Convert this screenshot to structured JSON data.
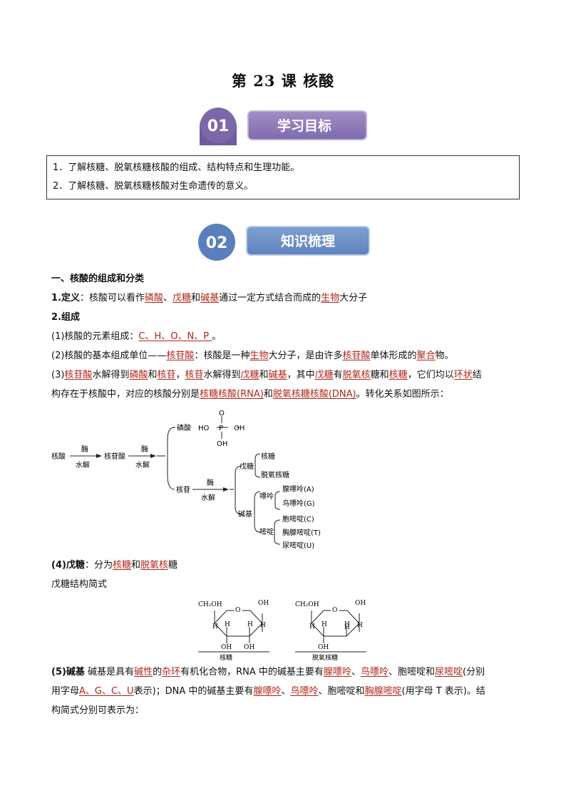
{
  "doc": {
    "title": "第 23 课    核酸"
  },
  "badges": {
    "b1": {
      "num": "01",
      "label": "学习目标"
    },
    "b2": {
      "num": "02",
      "label": "知识梳理"
    }
  },
  "goals": [
    "1．了解核糖、脱氧核糖核酸的组成、结构特点和生理功能。",
    "2．了解核糖、脱氧核糖核酸对生命遗传的意义。"
  ],
  "s1": {
    "heading": "一、核酸的组成和分类",
    "def_label": "1.定义",
    "def_a": "：核酸可以看作",
    "def_u1": "磷酸",
    "def_b": "、",
    "def_u2": "戊糖",
    "def_c": "和",
    "def_u3": "碱基",
    "def_d": "通过一定方式结合而成的",
    "def_u4": "生物",
    "def_e": "大分子",
    "comp_label": "2.组成",
    "p1_a": "(1)核酸的元素组成：",
    "p1_u": "C、H、O、N、P ",
    "p1_b": "。",
    "p2_a": "(2)核酸的基本组成单位——",
    "p2_u1": "核苷酸",
    "p2_b": "：核酸是一种",
    "p2_u2": "生物",
    "p2_c": "大分子，是由许多",
    "p2_u3": "核苷酸",
    "p2_d": "单体形成的",
    "p2_u4": "聚合",
    "p2_e": "物。",
    "p3_u1": "核苷酸",
    "p3_a": "(3)",
    "p3_b": "水解得到",
    "p3_u2": "磷酸",
    "p3_c": "和",
    "p3_u3": "核苷",
    "p3_d": "，",
    "p3_u4": "核苷",
    "p3_e": "水解得到",
    "p3_u5": "戊糖",
    "p3_f": "和",
    "p3_u6": "碱基",
    "p3_g": "，其中",
    "p3_u7": "戊糖",
    "p3_h": "有",
    "p3_u8": "脱氧核",
    "p3_i": "糖和",
    "p3_u9": "核糖",
    "p3_j": "，它们均以",
    "p3_u10": "环状",
    "p3_k": "结",
    "p3_l": "构存在于核酸中，对应的核酸分别是",
    "p3_u11": "核糖核酸(RNA)",
    "p3_m": "和",
    "p3_u12": "脱氧核糖核酸(DNA)",
    "p3_n": "。转化关系如图所示："
  },
  "tree": {
    "hesuan": "核酸",
    "mei1": "酶",
    "shuijie1": "水解",
    "hegansuan": "核苷酸",
    "mei2": "酶",
    "shuijie2": "水解",
    "linsuan": "磷酸",
    "ho": "HO",
    "p": "P",
    "oh_r": "OH",
    "o_top": "O",
    "oh_b": "OH",
    "hegan": "核苷",
    "mei3": "酶",
    "shuijie3": "水解",
    "wutang": "戊糖",
    "hetang": "核糖",
    "tuoyang": "脱氧核糖",
    "jianji": "碱基",
    "piaoling": "嘌呤",
    "A": "腺嘌呤(A)",
    "G": "鸟嘌呤(G)",
    "miding": "嘧啶",
    "C": "胞嘧啶(C)",
    "T": "胸腺嘧啶(T)",
    "U": "尿嘧啶(U)"
  },
  "s4": {
    "label": "(4)戊糖",
    "a": "：分为",
    "u1": "核糖",
    "b": "和",
    "u2": "脱氧核",
    "c": "糖",
    "struct": "戊糖结构简式"
  },
  "rings": {
    "ch2oh": "CH₂OH",
    "o": "O",
    "oh": "OH",
    "h": "H",
    "left_caption": "核糖",
    "right_caption": "脱氧核糖"
  },
  "s5": {
    "label": "(5)碱基",
    "a": "  碱基是具有",
    "u1": "碱性",
    "b": "的",
    "u2": "杂环",
    "c": "有机化合物，RNA 中的碱基主要有",
    "u3": "腺嘌呤",
    "d": "、",
    "u4": "鸟嘌呤",
    "e": "、胞嘧啶和",
    "u5": "尿嘧啶",
    "f": "(分别",
    "g": "用字母",
    "u6": "A、G、C、U",
    "h": "表示)；DNA 中的碱基主要有",
    "u7": "腺嘌呤",
    "i": "、",
    "u8": "鸟嘌呤",
    "j": "、胞嘧啶和",
    "u9": "胸腺嘧啶",
    "k": "(用字母 T 表示)。结",
    "l": "构简式分别可表示为："
  }
}
